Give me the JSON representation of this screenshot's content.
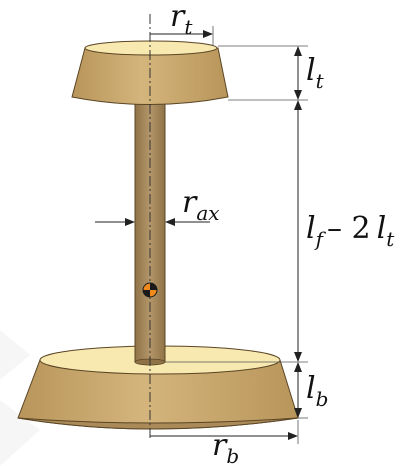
{
  "labels": {
    "r_t": {
      "main": "r",
      "sub": "t"
    },
    "l_t": {
      "main": "l",
      "sub": "t"
    },
    "r_ax": {
      "main": "r",
      "sub": "ax"
    },
    "lf_minus_2lt": {
      "main1": "l",
      "sub1": "f",
      "op": "– 2",
      "main2": "l",
      "sub2": "t"
    },
    "l_b": {
      "main": "l",
      "sub": "b"
    },
    "r_b": {
      "main": "r",
      "sub": "b"
    }
  },
  "colors": {
    "body_fill": "#c9a96e",
    "body_stroke": "#5a4525",
    "face_fill": "#f7e9b0",
    "rod_fill": "#a98a58",
    "cog_dark": "#1a1a1a",
    "cog_light": "#f08a1c"
  },
  "icons": {
    "center_of_gravity": "center-of-gravity-icon"
  }
}
